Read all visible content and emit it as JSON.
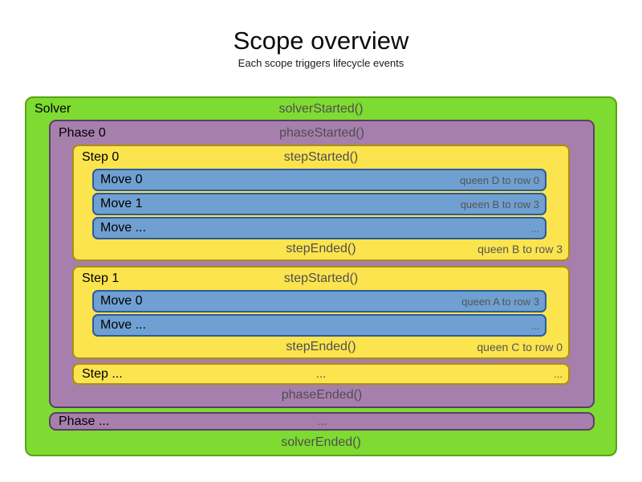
{
  "title": "Scope overview",
  "subtitle": "Each scope triggers lifecycle events",
  "colors": {
    "solver_fill": "#7edb31",
    "solver_border": "#55a513",
    "phase_fill": "#a77fad",
    "phase_border": "#5a3e68",
    "step_fill": "#fbe44e",
    "step_border": "#ab8e10",
    "move_fill": "#6fa0d1",
    "move_border": "#2d5a9b",
    "label_text": "#000000",
    "event_text": "#4f4f4f",
    "annotation_text": "#555555"
  },
  "solver": {
    "label": "Solver",
    "started_event": "solverStarted()",
    "ended_event": "solverEnded()",
    "phases": [
      {
        "label": "Phase 0",
        "started_event": "phaseStarted()",
        "ended_event": "phaseEnded()",
        "steps": [
          {
            "label": "Step 0",
            "started_event": "stepStarted()",
            "ended_event": "stepEnded()",
            "ended_annotation": "queen B to row 3",
            "moves": [
              {
                "label": "Move 0",
                "annotation": "queen D to row 0"
              },
              {
                "label": "Move 1",
                "annotation": "queen B to row 3"
              },
              {
                "label": "Move ...",
                "annotation": "..."
              }
            ]
          },
          {
            "label": "Step 1",
            "started_event": "stepStarted()",
            "ended_event": "stepEnded()",
            "ended_annotation": "queen C to row 0",
            "moves": [
              {
                "label": "Move 0",
                "annotation": "queen A to row 3"
              },
              {
                "label": "Move ...",
                "annotation": "..."
              }
            ]
          },
          {
            "label": "Step ...",
            "center_text": "...",
            "right_text": "..."
          }
        ]
      },
      {
        "label": "Phase ...",
        "center_text": "..."
      }
    ]
  }
}
